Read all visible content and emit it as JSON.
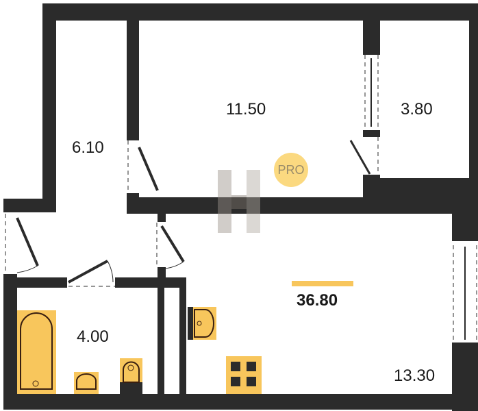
{
  "rooms": {
    "corridor": {
      "area": "6.10"
    },
    "bedroom": {
      "area": "11.50"
    },
    "balcony": {
      "area": "3.80"
    },
    "bathroom": {
      "area": "4.00"
    },
    "kitchen_living": {
      "area": "13.30"
    }
  },
  "total_area": "36.80",
  "badge": "PRO",
  "colors": {
    "wall": "#2b2b2b",
    "fixture": "#f8c65c",
    "badge": "#fbd980"
  }
}
